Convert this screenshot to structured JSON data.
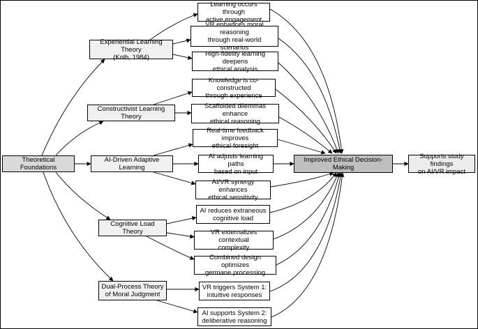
{
  "nodes": {
    "root": "Theoretical Foundations",
    "experiential": "Experiential Learning Theory\n(Kolb, 1984)",
    "constructivist": "Constructivist Learning Theory",
    "ai_adaptive": "AI-Driven Adaptive Learning",
    "cognitive_load": "Cognitive Load Theory",
    "dual_process": "Dual-Process Theory\nof Moral Judgment",
    "l1": "Learning occurs through\nactive engagement",
    "l2": "VR enhances moral reasoning\nthrough real-world scenarios",
    "l3": "High-fidelity learning deepens\nethical analysis",
    "l4": "Knowledge is co-constructed\nthrough experience",
    "l5": "Scaffolded dilemmas enhance\nethical reasoning",
    "l6": "Real-time feedback improves\nethical foresight",
    "l7": "AI adjusts learning paths\nbased on input",
    "l8": "AI/VR synergy enhances\nethical sensitivity",
    "l9": "AI reduces extraneous\ncognitive load",
    "l10": "VR externalizes contextual\ncomplexity",
    "l11": "Combined design optimizes\ngermane processing",
    "l12": "VR triggers System 1:\nintuitive responses",
    "l13": "AI supports System 2:\ndeliberative reasoning",
    "outcome": "Improved Ethical Decision-Making",
    "final": "Supports study findings\non AI/VR impact"
  },
  "colors": {
    "root_fill": "#d9d9d9",
    "theory_fill": "#f0f0f0",
    "outcome_fill": "#bfbfbf",
    "final_fill": "#ececec",
    "stroke": "#000000"
  }
}
